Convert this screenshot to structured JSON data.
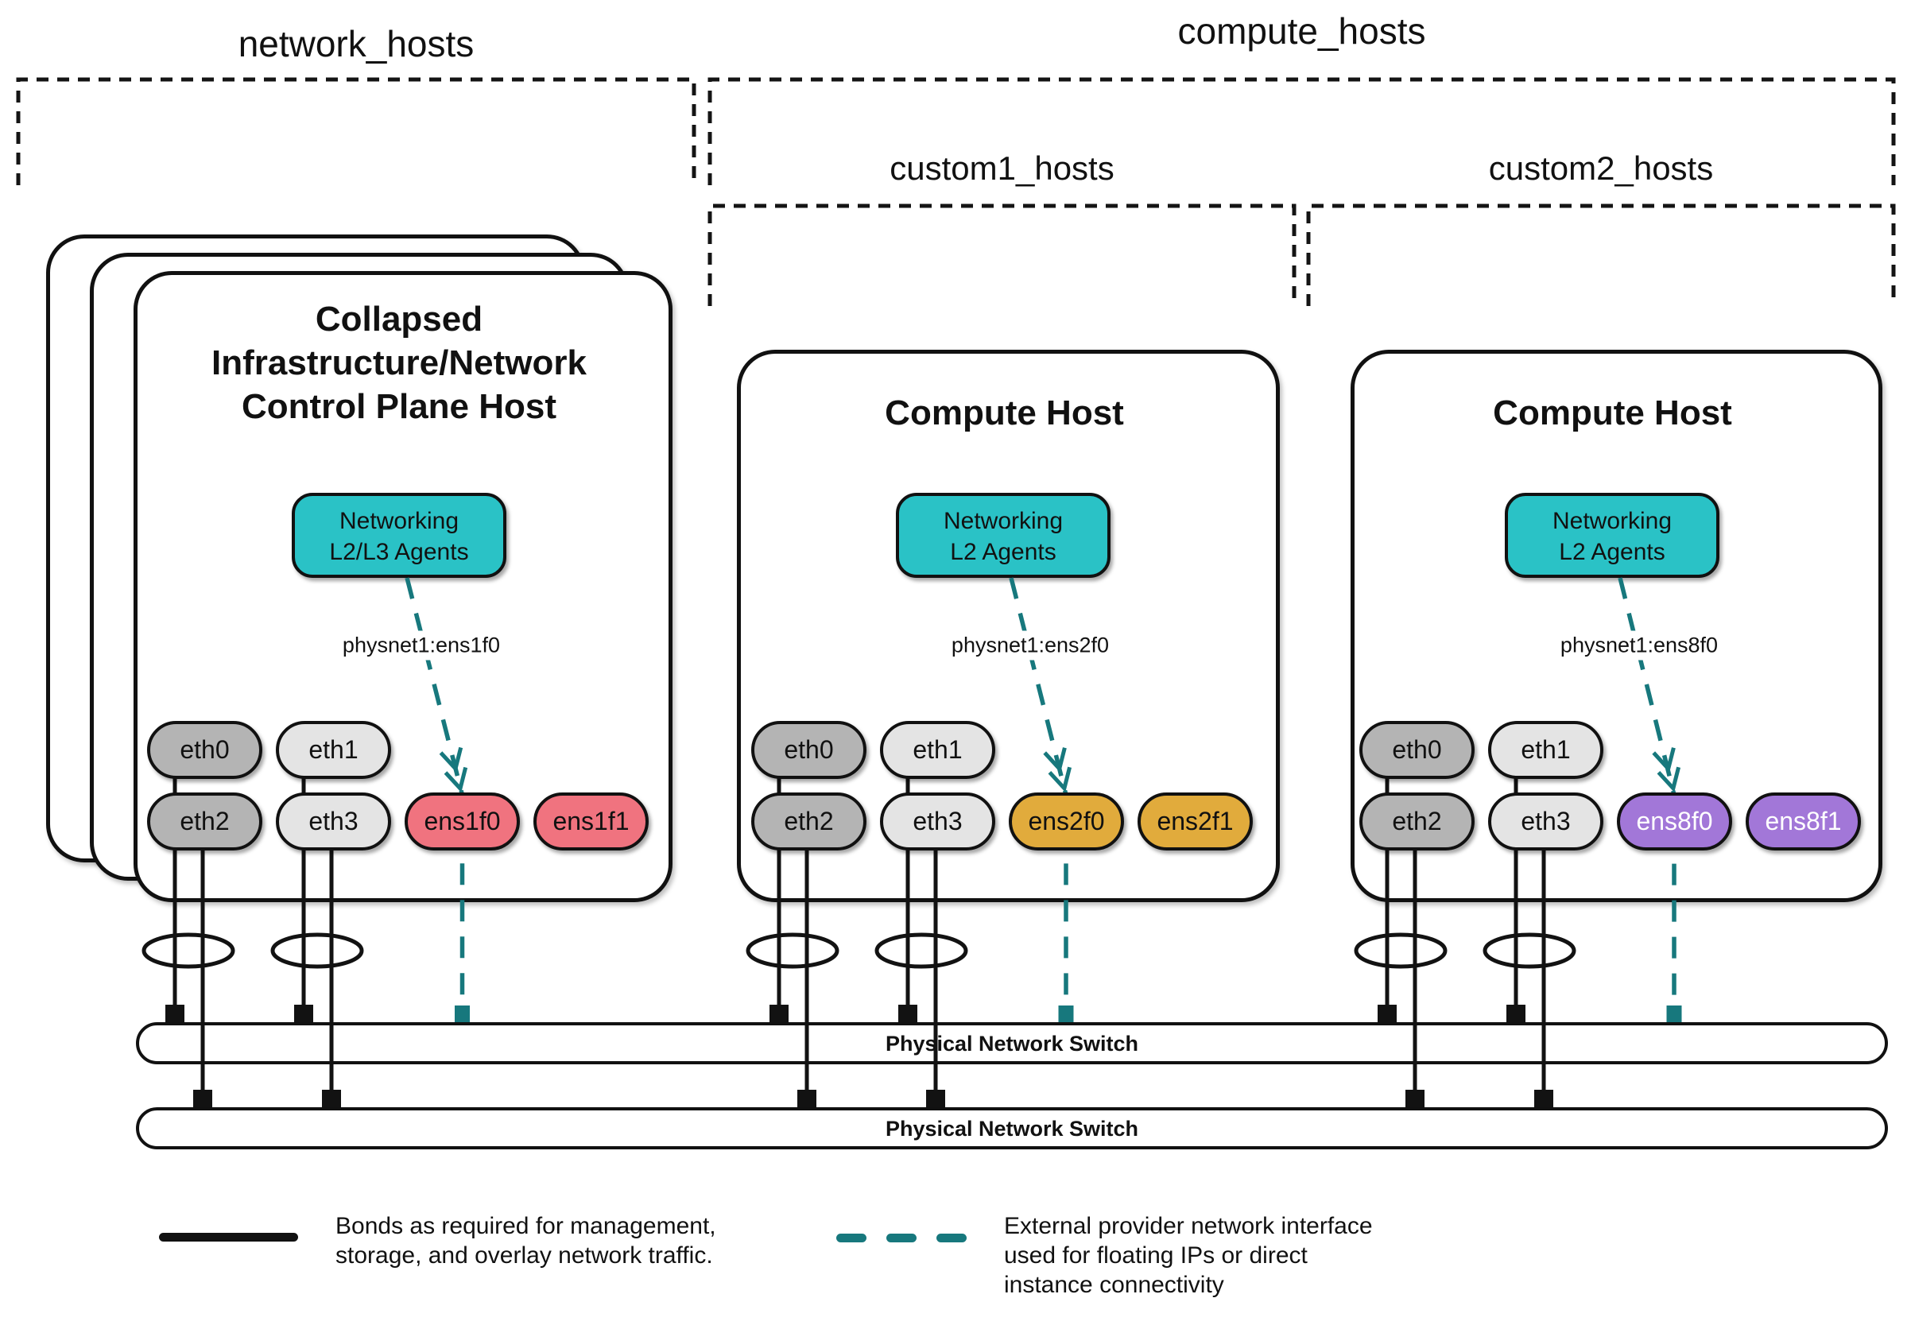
{
  "groups": {
    "network_hosts": {
      "label": "network_hosts"
    },
    "compute_hosts": {
      "label": "compute_hosts"
    },
    "custom1_hosts": {
      "label": "custom1_hosts"
    },
    "custom2_hosts": {
      "label": "custom2_hosts"
    }
  },
  "hosts": [
    {
      "id": "control-plane-host",
      "title_lines": [
        "Collapsed",
        "Infrastructure/Network",
        "Control Plane Host"
      ],
      "agent_lines": [
        "Networking",
        "L2/L3 Agents"
      ],
      "physnet_label": "physnet1:ens1f0",
      "nics": [
        {
          "label": "eth0",
          "fill": "#b4b4b4",
          "text": "#111111"
        },
        {
          "label": "eth1",
          "fill": "#e4e4e4",
          "text": "#111111"
        },
        {
          "label": "eth2",
          "fill": "#b4b4b4",
          "text": "#111111"
        },
        {
          "label": "eth3",
          "fill": "#e4e4e4",
          "text": "#111111"
        },
        {
          "label": "ens1f0",
          "fill": "#f0737f",
          "text": "#111111"
        },
        {
          "label": "ens1f1",
          "fill": "#f0737f",
          "text": "#111111"
        }
      ]
    },
    {
      "id": "compute-host-1",
      "title_lines": [
        "Compute Host"
      ],
      "agent_lines": [
        "Networking",
        "L2 Agents"
      ],
      "physnet_label": "physnet1:ens2f0",
      "nics": [
        {
          "label": "eth0",
          "fill": "#b4b4b4",
          "text": "#111111"
        },
        {
          "label": "eth1",
          "fill": "#e4e4e4",
          "text": "#111111"
        },
        {
          "label": "eth2",
          "fill": "#b4b4b4",
          "text": "#111111"
        },
        {
          "label": "eth3",
          "fill": "#e4e4e4",
          "text": "#111111"
        },
        {
          "label": "ens2f0",
          "fill": "#e1ab3c",
          "text": "#111111"
        },
        {
          "label": "ens2f1",
          "fill": "#e1ab3c",
          "text": "#111111"
        }
      ]
    },
    {
      "id": "compute-host-2",
      "title_lines": [
        "Compute Host"
      ],
      "agent_lines": [
        "Networking",
        "L2 Agents"
      ],
      "physnet_label": "physnet1:ens8f0",
      "nics": [
        {
          "label": "eth0",
          "fill": "#b4b4b4",
          "text": "#111111"
        },
        {
          "label": "eth1",
          "fill": "#e4e4e4",
          "text": "#111111"
        },
        {
          "label": "eth2",
          "fill": "#b4b4b4",
          "text": "#111111"
        },
        {
          "label": "eth3",
          "fill": "#e4e4e4",
          "text": "#111111"
        },
        {
          "label": "ens8f0",
          "fill": "#a277d8",
          "text": "#ffffff"
        },
        {
          "label": "ens8f1",
          "fill": "#a277d8",
          "text": "#ffffff"
        }
      ]
    }
  ],
  "switches": [
    {
      "label": "Physical Network Switch"
    },
    {
      "label": "Physical Network Switch"
    }
  ],
  "legend": {
    "bond": {
      "swatch": "solid-black-line",
      "lines": [
        "Bonds as required for management,",
        "storage, and overlay network traffic."
      ]
    },
    "provider": {
      "swatch": "dashed-teal-line",
      "lines": [
        "External provider network interface",
        "used for floating IPs or direct",
        "instance connectivity"
      ]
    }
  },
  "colors": {
    "teal_fill": "#2ac2c6",
    "teal_dark": "#17787d",
    "pink": "#f0737f",
    "gold": "#e1ab3c",
    "purple": "#a277d8",
    "gray_dark": "#b4b4b4",
    "gray_light": "#e4e4e4",
    "ink": "#121212"
  }
}
